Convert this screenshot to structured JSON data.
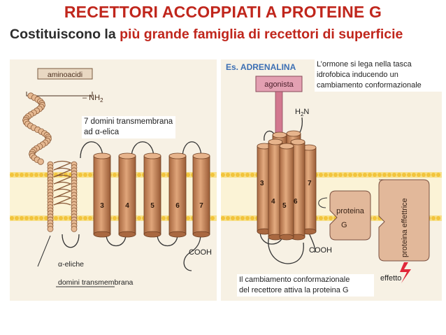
{
  "slide": {
    "title": "RECETTORI ACCOPPIATI A PROTEINE G",
    "subtitle_start": "Costituiscono la ",
    "subtitle_highlight": "più grande famiglia di recettori di superficie"
  },
  "left_figure": {
    "n_terminal_box": "aminoacidi",
    "n_terminal_label": "– NH",
    "n_terminal_sub": "2",
    "helices": [
      "3",
      "4",
      "5",
      "6",
      "7"
    ],
    "c_terminal": "COOH",
    "bottom_label_1": "α-eliche",
    "bottom_label_2": "domini transmembrana",
    "note_line1": "7 domini transmembrana",
    "note_line2": "ad α-elica"
  },
  "right_figure": {
    "example": "Es. ADRENALINA",
    "agonist_box": "agonista",
    "n_terminal_label": "H",
    "n_terminal_sub": "2",
    "n_terminal_n": "N",
    "helices": [
      "3",
      "4",
      "5",
      "6",
      "7"
    ],
    "c_terminal": "COOH",
    "g_protein_line1": "proteina",
    "g_protein_line2": "G",
    "effector": "proteina effettrice",
    "effect": "effetto",
    "top_note": [
      "L’ormone si lega nella tasca",
      "idrofobica inducendo un",
      "cambiamento conformazionale"
    ],
    "bottom_note": [
      "Il cambiamento conformazionale",
      "del recettore attiva la proteina G"
    ]
  },
  "colors": {
    "title_red": "#c0261c",
    "helix": "#c9875a",
    "membrane_head": "#f0c94a",
    "background_panel": "#f7f1e4",
    "example_blue": "#3c6fb4",
    "agonist_pink": "#d2788f"
  }
}
